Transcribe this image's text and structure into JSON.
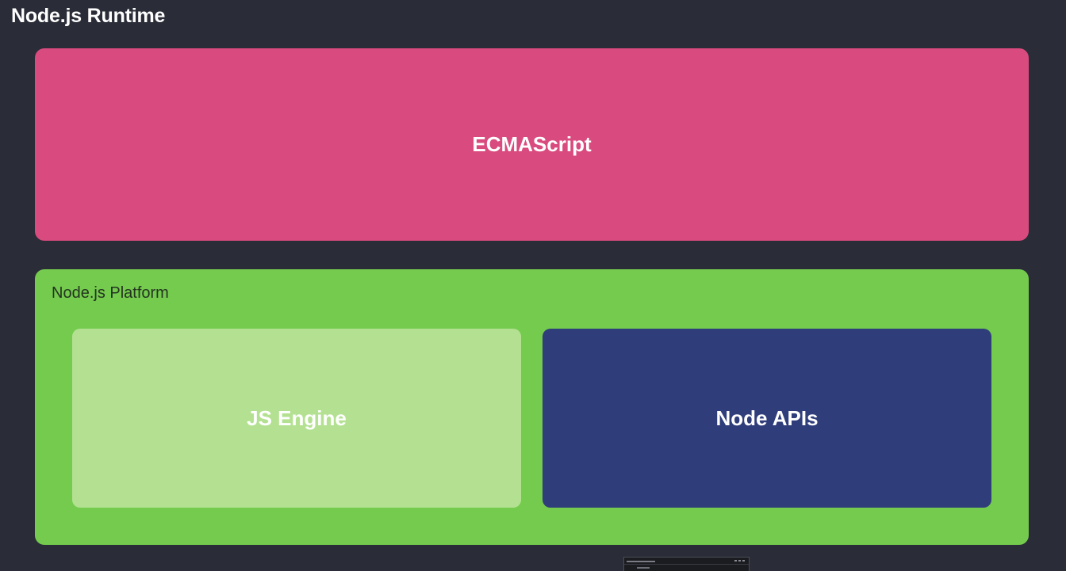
{
  "page": {
    "title": "Node.js Runtime"
  },
  "ecmascript": {
    "label": "ECMAScript",
    "color": "#d94a7e"
  },
  "platform": {
    "label": "Node.js Platform",
    "color": "#74cb4e",
    "js_engine": {
      "label": "JS Engine",
      "color": "#b3e191"
    },
    "node_apis": {
      "label": "Node APIs",
      "color": "#2f3d7b"
    }
  }
}
